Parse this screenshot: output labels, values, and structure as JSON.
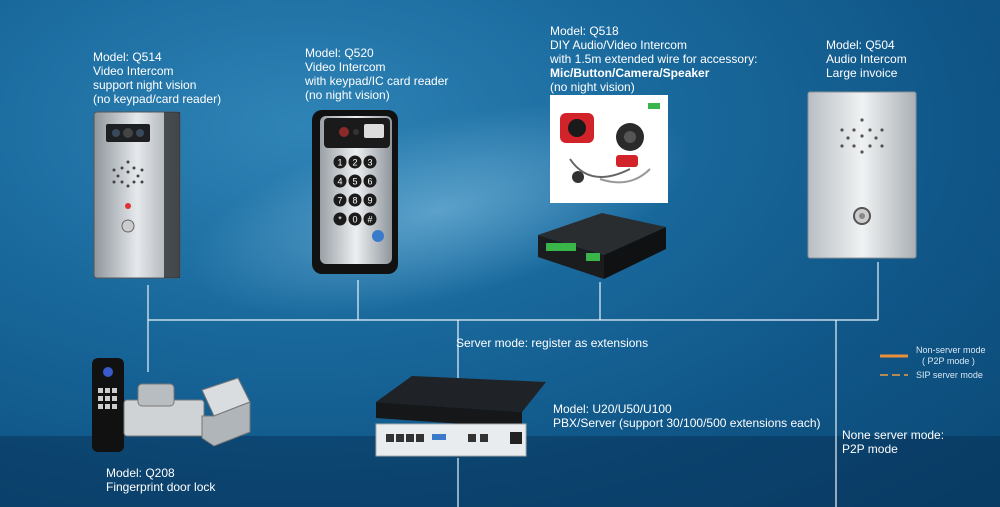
{
  "q514": {
    "lines": [
      "Model: Q514",
      "Video Intercom",
      "support night vision",
      "(no keypad/card reader)"
    ]
  },
  "q520": {
    "lines": [
      "Model: Q520",
      "Video Intercom",
      "with keypad/IC card reader",
      "(no night vision)"
    ]
  },
  "q518": {
    "lines": [
      "Model: Q518",
      "DIY Audio/Video Intercom",
      "with 1.5m extended wire for accessory:",
      "Mic/Button/Camera/Speaker",
      "(no night vision)"
    ]
  },
  "q504": {
    "lines": [
      "Model: Q504",
      "Audio Intercom",
      "Large invoice"
    ]
  },
  "server_mode": "Server mode: register as extensions",
  "pbx": {
    "lines": [
      "Model: U20/U50/U100",
      "PBX/Server (support 30/100/500 extensions each)"
    ]
  },
  "q208": {
    "lines": [
      "Model: Q208",
      "Fingerprint door lock"
    ]
  },
  "none_server": {
    "lines": [
      "None server mode:",
      "P2P mode"
    ]
  },
  "legend": {
    "non_server_line1": "Non-server mode",
    "non_server_line2": "( P2P mode )",
    "sip_server": "SIP server mode",
    "non_server_color": "#e8913a",
    "sip_color": "#b58a55"
  },
  "keypad_keys": [
    "1",
    "2",
    "3",
    "4",
    "5",
    "6",
    "7",
    "8",
    "9",
    "*",
    "0",
    "#"
  ]
}
